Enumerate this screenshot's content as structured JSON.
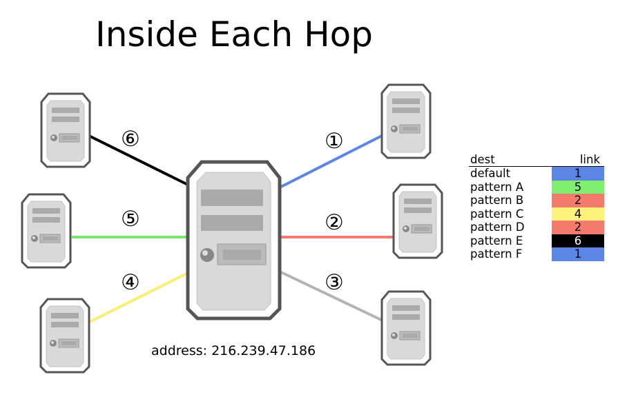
{
  "title": "Inside Each Hop",
  "address_label": "address: 216.239.47.186",
  "links": [
    {
      "label": "①",
      "color": "#5b86e5"
    },
    {
      "label": "②",
      "color": "#f47a6e"
    },
    {
      "label": "③",
      "color": "#b3b3b3"
    },
    {
      "label": "④",
      "color": "#f9ef7a"
    },
    {
      "label": "⑤",
      "color": "#7ee66e"
    },
    {
      "label": "⑥",
      "color": "#000000"
    }
  ],
  "routing_table": {
    "headers": {
      "dest": "dest",
      "link": "link"
    },
    "rows": [
      {
        "dest": "default",
        "link": "1",
        "color": "#5b86e5",
        "text_color": "#000000"
      },
      {
        "dest": "pattern A",
        "link": "5",
        "color": "#7ef06e",
        "text_color": "#000000"
      },
      {
        "dest": "pattern B",
        "link": "2",
        "color": "#f47a6e",
        "text_color": "#000000"
      },
      {
        "dest": "pattern C",
        "link": "4",
        "color": "#fbf27a",
        "text_color": "#000000"
      },
      {
        "dest": "pattern D",
        "link": "2",
        "color": "#f47a6e",
        "text_color": "#000000"
      },
      {
        "dest": "pattern E",
        "link": "6",
        "color": "#000000",
        "text_color": "#ffffff"
      },
      {
        "dest": "pattern F",
        "link": "1",
        "color": "#5b86e5",
        "text_color": "#000000"
      }
    ]
  }
}
